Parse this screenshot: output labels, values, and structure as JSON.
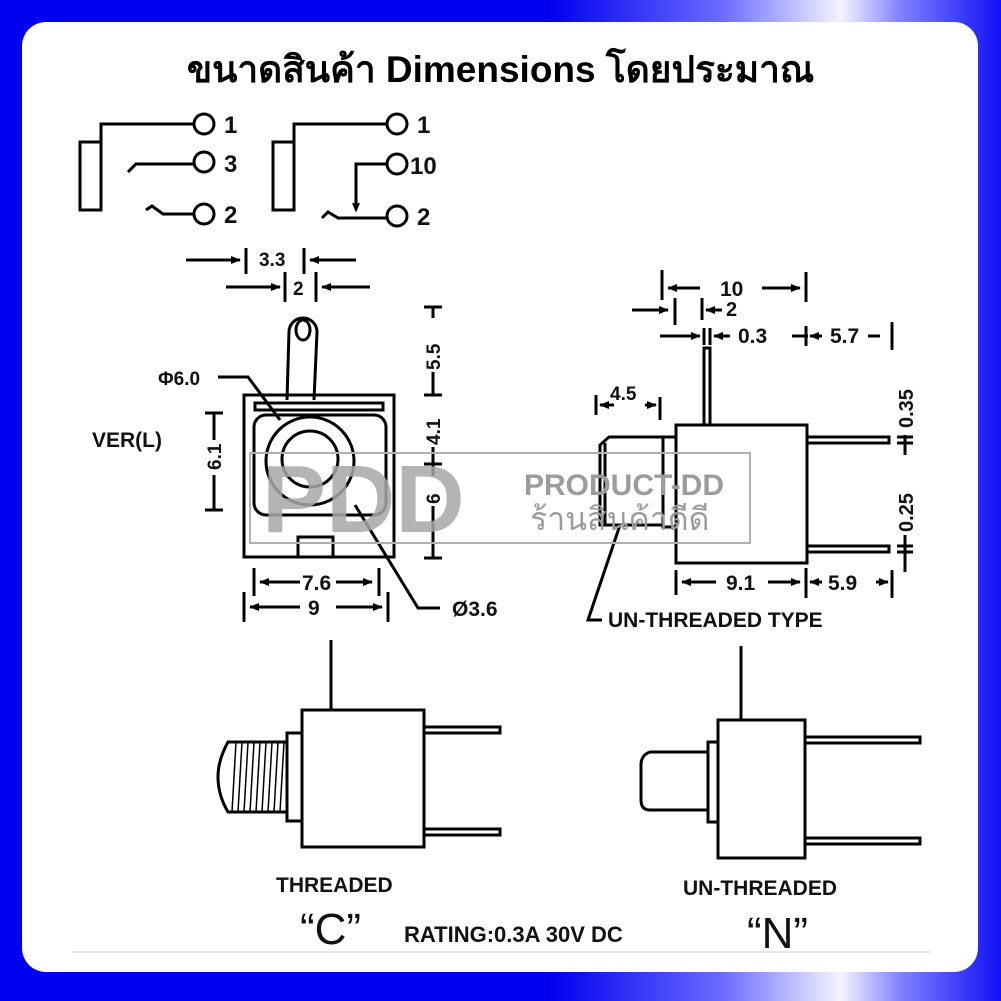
{
  "title": "ขนาดสินค้า Dimensions โดยประมาณ",
  "colors": {
    "border_blue": "#0000f0",
    "panel": "#ffffff",
    "line": "#000000",
    "watermark": "#a8a8a8"
  },
  "schematics": [
    {
      "name": "schematic-a",
      "pins": [
        "1",
        "3",
        "2"
      ]
    },
    {
      "name": "schematic-b",
      "pins": [
        "1",
        "10",
        "2"
      ]
    }
  ],
  "front_view": {
    "dim_top_outer": "3.3",
    "dim_top_inner": "2",
    "phi_outer": "Φ6.0",
    "orientation_label": "VER(L)",
    "dim_left_height": "6.1",
    "dim_right_upper": "5.5",
    "dim_right_mid": "4.1",
    "dim_right_lower": "6",
    "dim_bottom_inner": "7.6",
    "dim_bottom_outer": "9",
    "phi_inner": "Ø3.6"
  },
  "side_view": {
    "dim_total": "10",
    "dim_pin_offset": "2",
    "dim_pin_thickness": "0.3",
    "dim_pin_length_top": "5.7",
    "dim_plunger": "4.5",
    "dim_pin_top": "0.35",
    "dim_pin_gap": "0.25",
    "dim_body": "9.1",
    "dim_pin_length_bottom": "5.9",
    "callout": "UN-THREADED TYPE"
  },
  "variants": [
    {
      "label": "THREADED",
      "code": "“C”"
    },
    {
      "label": "UN-THREADED",
      "code": "“N”"
    }
  ],
  "rating": "RATING:0.3A 30V DC",
  "watermark": {
    "logo": "PDD",
    "brand": "PRODUCT-DD",
    "thai": "ร้านสินค้าดีดี"
  }
}
